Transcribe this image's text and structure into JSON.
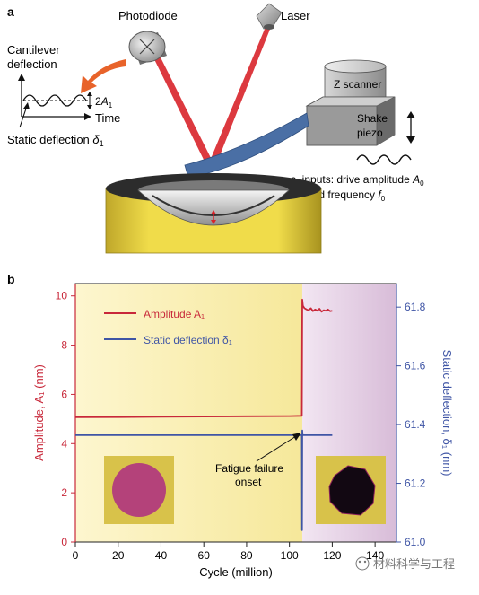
{
  "panel_a": {
    "label": "a",
    "photodiode_label": "Photodiode",
    "laser_label": "Laser",
    "cantilever_deflection_label": "Cantilever",
    "cantilever_deflection_label_2": "deflection",
    "amplitude_label": "2",
    "amplitude_symbol": "A",
    "amplitude_subscript": "1",
    "time_label": "Time",
    "static_deflection_label": "Static deflection ",
    "static_deflection_symbol": "δ",
    "static_deflection_subscript": "1",
    "z_scanner_label": "Z scanner",
    "shake_label": "Shake",
    "piezo_label": "piezo",
    "ac_inputs_line1": "a.c. inputs: drive amplitude ",
    "ac_inputs_symbol": "A",
    "ac_inputs_subscript": "0",
    "ac_inputs_line2": "and frequency ",
    "ac_freq_symbol": "f",
    "ac_freq_subscript": "0",
    "colors": {
      "laser": "#d8232a",
      "cantilever": "#4a6fa5",
      "substrate": "#e8d23a",
      "arrow": "#e8632a"
    }
  },
  "chart_data": {
    "panel_label": "b",
    "type": "line",
    "xlabel": "Cycle (million)",
    "ylabel_left": "Amplitude, A₁ (nm)",
    "ylabel_right": "Static deflection, δ₁ (nm)",
    "xlim": [
      0,
      150
    ],
    "ylim_left": [
      0,
      10.5
    ],
    "ylim_right": [
      61.0,
      61.88
    ],
    "x_ticks": [
      0,
      20,
      40,
      60,
      80,
      100,
      120,
      140
    ],
    "y_ticks_left": [
      0,
      2,
      4,
      6,
      8,
      10
    ],
    "y_ticks_right": [
      61.0,
      61.2,
      61.4,
      61.6,
      61.8
    ],
    "shading": {
      "pre_failure_color": "#fbf2b8",
      "post_failure_color": "#ead6ea",
      "boundary_x": 106
    },
    "series": [
      {
        "name": "Amplitude A₁",
        "axis": "left",
        "color": "#c8283a",
        "x": [
          0,
          20,
          40,
          60,
          80,
          100,
          105.8,
          106.0,
          106.3,
          107,
          108,
          109,
          110,
          111,
          112,
          113,
          114,
          115,
          116,
          117,
          118,
          119,
          120
        ],
        "y": [
          5.07,
          5.08,
          5.09,
          5.1,
          5.11,
          5.12,
          5.13,
          9.85,
          9.6,
          9.5,
          9.45,
          9.42,
          9.5,
          9.38,
          9.45,
          9.4,
          9.48,
          9.36,
          9.42,
          9.4,
          9.45,
          9.38,
          9.4
        ]
      },
      {
        "name": "Static deflection δ₁",
        "axis": "right",
        "color": "#3f55a5",
        "x": [
          0,
          104,
          105.8,
          105.9,
          106.0,
          106.1,
          106.5,
          120
        ],
        "y": [
          61.364,
          61.364,
          61.364,
          61.04,
          61.38,
          61.366,
          61.364,
          61.364
        ]
      }
    ],
    "legend": [
      "Amplitude A₁",
      "Static deflection δ₁"
    ],
    "annotation": {
      "text_line1": "Fatigue failure",
      "text_line2": "onset",
      "points_to_x": 106
    },
    "insets": [
      {
        "name": "before-failure",
        "region": "left",
        "substrate_color": "#d8c24a",
        "disc_color": "#b4427a"
      },
      {
        "name": "after-failure",
        "region": "right",
        "substrate_color": "#d8c24a",
        "disc_color": "#120812"
      }
    ],
    "watermark": "材料科学与工程"
  }
}
